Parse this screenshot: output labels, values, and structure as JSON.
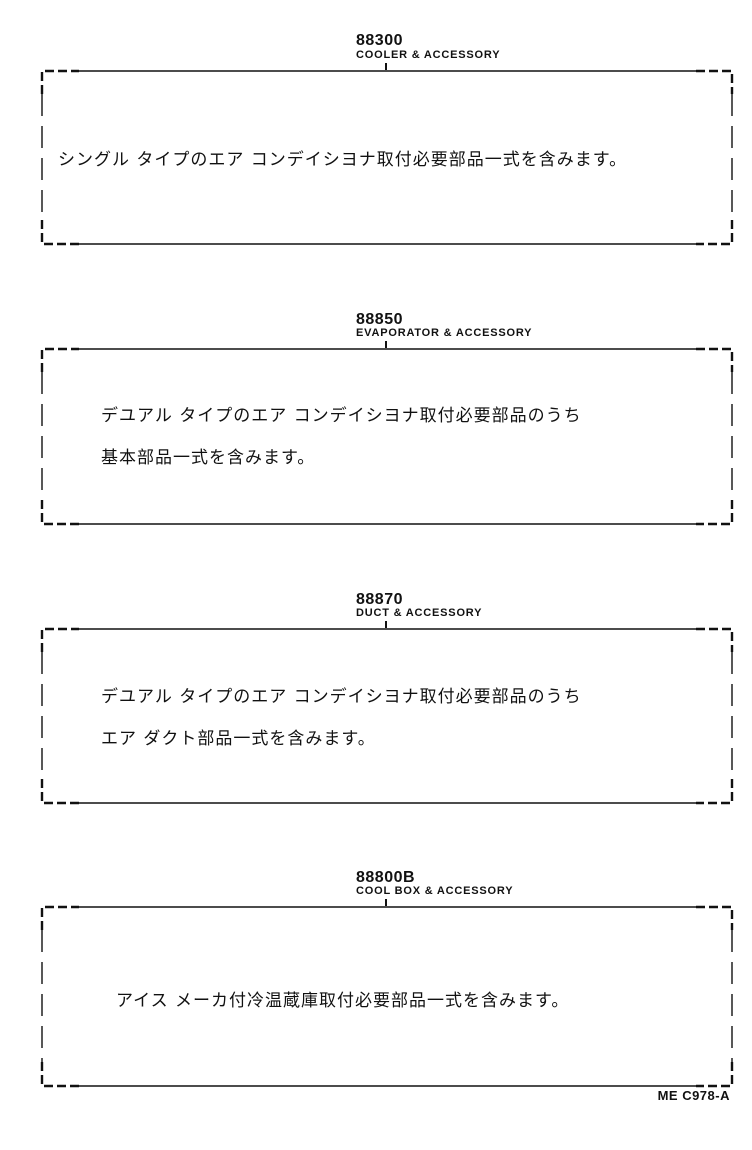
{
  "sections": [
    {
      "code": "88300",
      "caption": "COOLER & ACCESSORY",
      "lines": [
        "シングル タイプのエア コンデイシヨナ取付必要部品一式を含みます。"
      ]
    },
    {
      "code": "88850",
      "caption": "EVAPORATOR & ACCESSORY",
      "lines": [
        "デユアル タイプのエア コンデイシヨナ取付必要部品のうち",
        "基本部品一式を含みます。"
      ]
    },
    {
      "code": "88870",
      "caption": "DUCT & ACCESSORY",
      "lines": [
        "デユアル タイプのエア コンデイシヨナ取付必要部品のうち",
        "エア ダクト部品一式を含みます。"
      ]
    },
    {
      "code": "88800B",
      "caption": "COOL BOX & ACCESSORY",
      "lines": [
        "アイス メーカ付冷温蔵庫取付必要部品一式を含みます。"
      ]
    }
  ],
  "footer": "ME C978-A"
}
